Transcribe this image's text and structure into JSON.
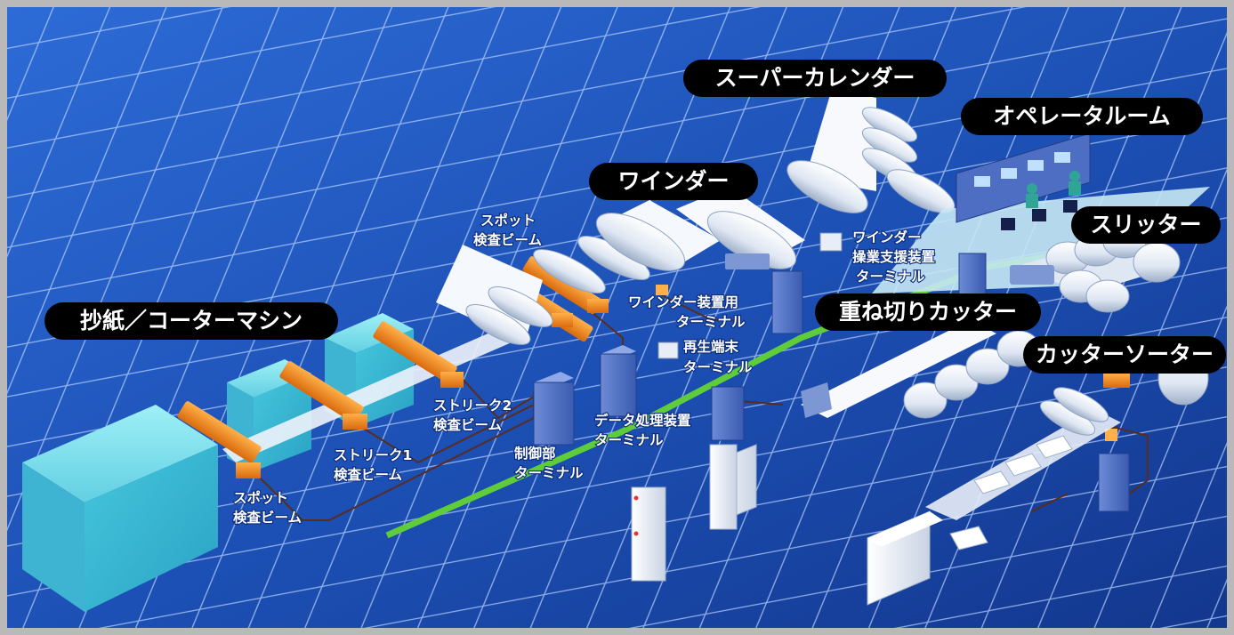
{
  "frame": {
    "border_color": "#b9b9b9",
    "background_color": "#1c4fb3",
    "grid_color": "#b9d3ff",
    "accent_green": "#5fcc3a",
    "beam_orange": "#f28a1f",
    "cable_color": "#5a2c1c"
  },
  "stations": {
    "paper_machine": "抄紙／コーターマシン",
    "winder": "ワインダー",
    "supercalender": "スーパーカレンダー",
    "operator_room": "オペレータルーム",
    "slitter": "スリッター",
    "sheeter": "重ね切りカッター",
    "cutter_sorter": "カッターソーター"
  },
  "labels": {
    "spot_beam_1": [
      "スポット",
      "検査ビーム"
    ],
    "streak_beam_1": [
      "ストリーク1",
      "検査ビーム"
    ],
    "streak_beam_2": [
      "ストリーク2",
      "検査ビーム"
    ],
    "spot_beam_2": [
      "スポット",
      "検査ビーム"
    ],
    "control_terminal": [
      "制御部",
      "ターミナル"
    ],
    "data_terminal": [
      "データ処理装置",
      "ターミナル"
    ],
    "playback_terminal": [
      "再生端末",
      "ターミナル"
    ],
    "winder_device_terminal": [
      "ワインダー装置用",
      "ターミナル"
    ],
    "winder_support_terminal": [
      "ワインダー",
      "操業支援装置",
      "ターミナル"
    ]
  }
}
